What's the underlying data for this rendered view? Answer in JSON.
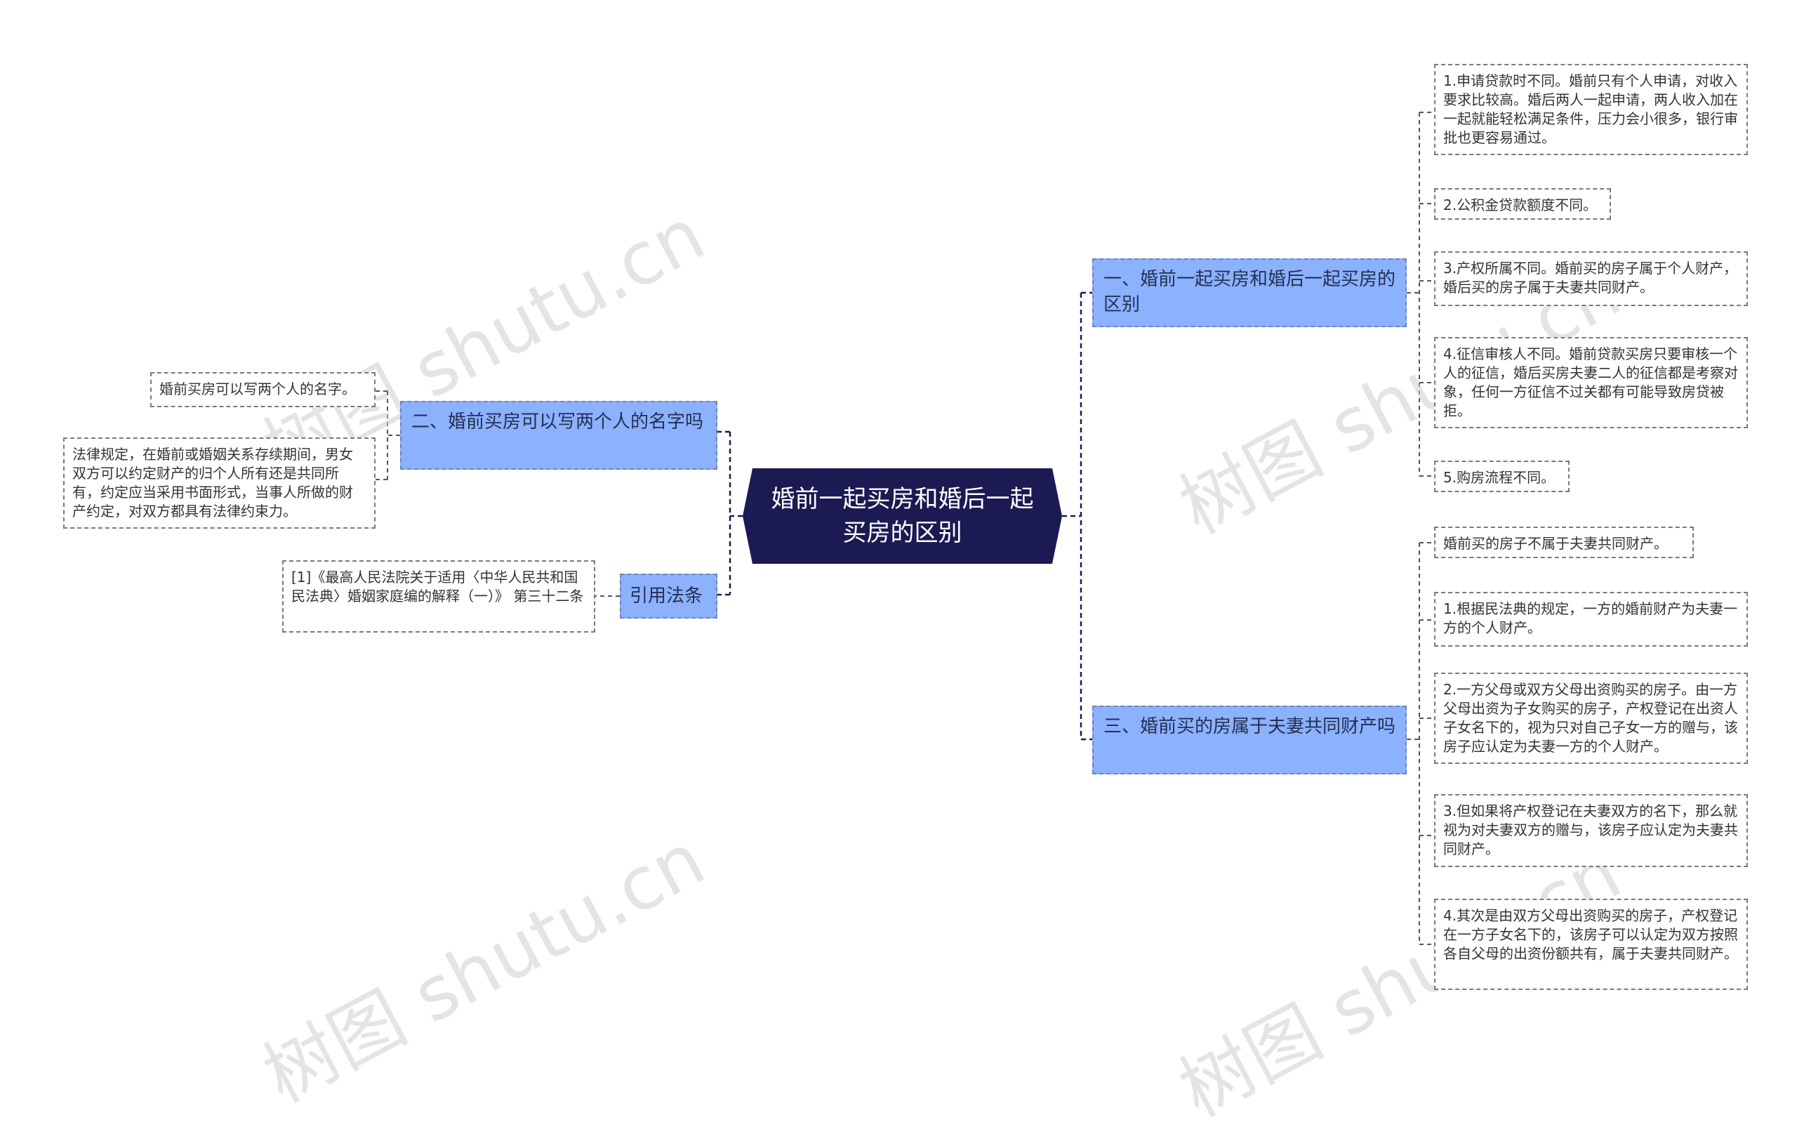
{
  "watermark": "树图 shutu.cn",
  "root": "婚前一起买房和婚后一起买房的区别",
  "left": {
    "b2": {
      "title": "二、婚前买房可以写两个人的名字吗",
      "leaves": [
        "婚前买房可以写两个人的名字。",
        "法律规定，在婚前或婚姻关系存续期间，男女双方可以约定财产的归个人所有还是共同所有，约定应当采用书面形式，当事人所做的财产约定，对双方都具有法律约束力。"
      ]
    },
    "cite": {
      "title": "引用法条",
      "leaves": [
        "[1]《最高人民法院关于适用〈中华人民共和国民法典〉婚姻家庭编的解释（一）》 第三十二条"
      ]
    }
  },
  "right": {
    "b1": {
      "title": "一、婚前一起买房和婚后一起买房的区别",
      "leaves": [
        "1.申请贷款时不同。婚前只有个人申请，对收入要求比较高。婚后两人一起申请，两人收入加在一起就能轻松满足条件，压力会小很多，银行审批也更容易通过。",
        "2.公积金贷款额度不同。",
        "3.产权所属不同。婚前买的房子属于个人财产，婚后买的房子属于夫妻共同财产。",
        "4.征信审核人不同。婚前贷款买房只要审核一个人的征信，婚后买房夫妻二人的征信都是考察对象，任何一方征信不过关都有可能导致房贷被拒。",
        "5.购房流程不同。"
      ]
    },
    "b3": {
      "title": "三、婚前买的房属于夫妻共同财产吗",
      "leaves": [
        "婚前买的房子不属于夫妻共同财产。",
        "1.根据民法典的规定，一方的婚前财产为夫妻一方的个人财产。",
        "2.一方父母或双方父母出资购买的房子。由一方父母出资为子女购买的房子，产权登记在出资人子女名下的，视为只对自己子女一方的赠与，该房子应认定为夫妻一方的个人财产。",
        "3.但如果将产权登记在夫妻双方的名下，那么就视为对夫妻双方的赠与，该房子应认定为夫妻共同财产。",
        "4.其次是由双方父母出资购买的房子，产权登记在一方子女名下的，该房子可以认定为双方按照各自父母的出资份额共有，属于夫妻共同财产。"
      ]
    }
  }
}
